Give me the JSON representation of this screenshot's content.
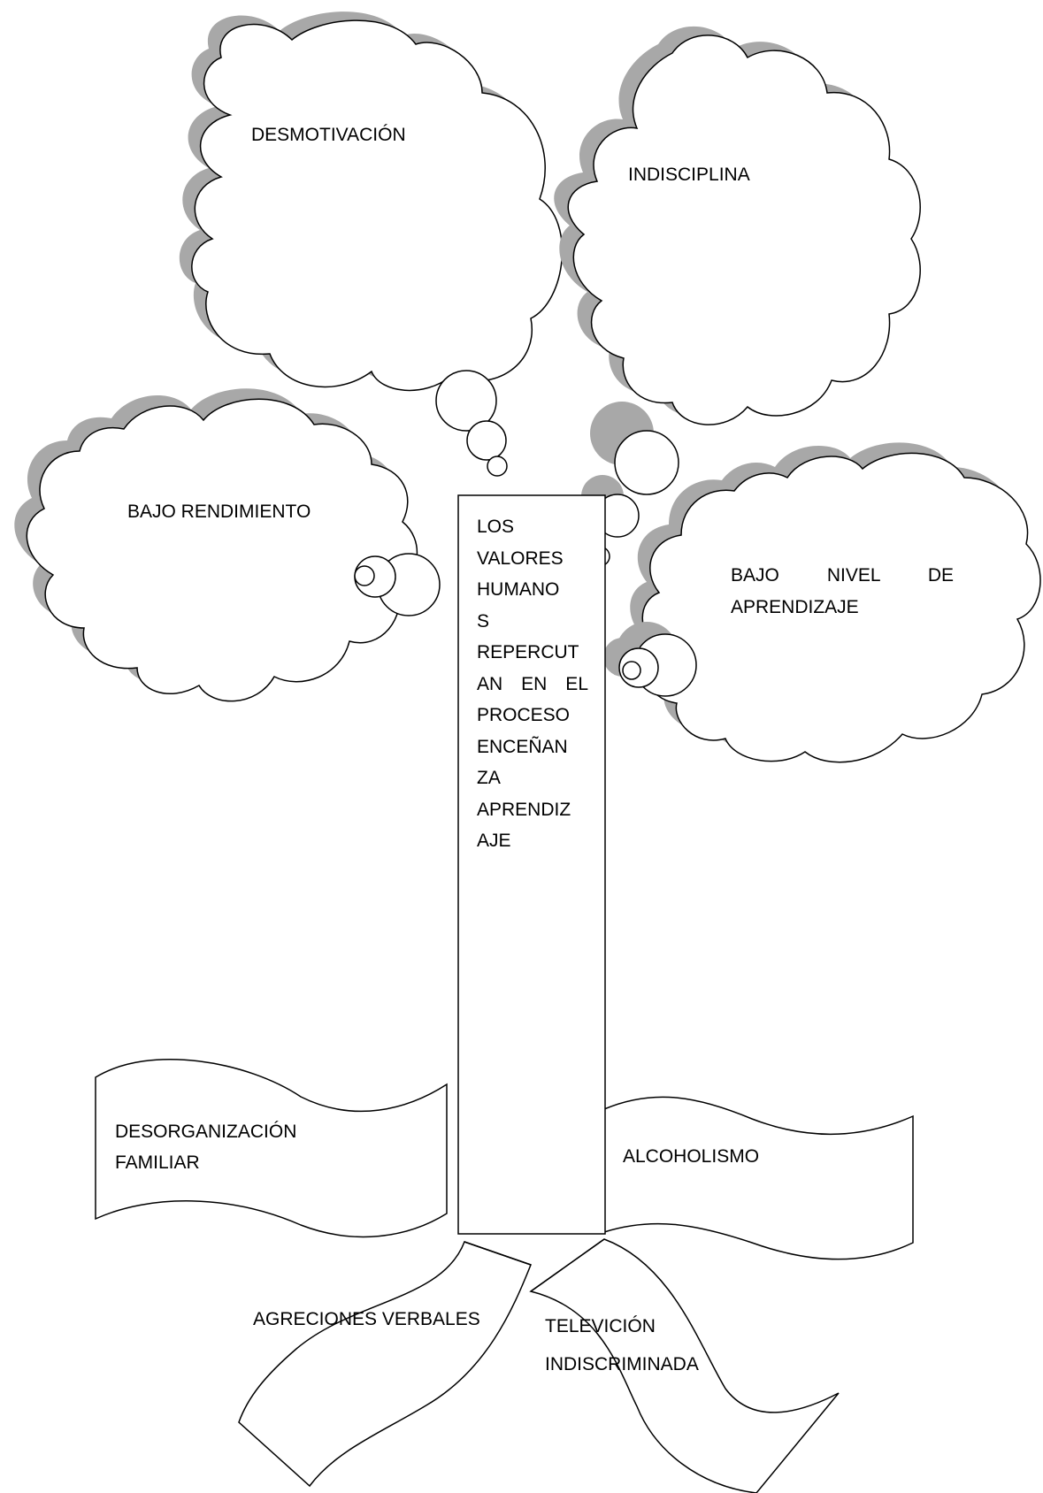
{
  "clouds": {
    "desmotivacion": "DESMOTIVACIÓN",
    "indisciplina": "INDISCIPLINA",
    "bajo_rendimiento": "BAJO RENDIMIENTO",
    "bajo_nivel_line1": "BAJO NIVEL DE",
    "bajo_nivel_line2": "APRENDIZAJE"
  },
  "trunk": {
    "lines": [
      "LOS",
      "VALORES",
      "HUMANO",
      "S",
      "REPERCUT",
      "AN EN EL",
      "PROCESO",
      "ENCEÑAN",
      "ZA",
      "APRENDIZ",
      "AJE"
    ]
  },
  "roots": {
    "desorganizacion_line1": "DESORGANIZACIÓN",
    "desorganizacion_line2": "FAMILIAR",
    "alcoholismo": "ALCOHOLISMO",
    "agreciones": "AGRECIONES VERBALES",
    "television_line1": "TELEVICIÓN",
    "television_line2": "INDISCRIMINADA"
  },
  "colors": {
    "shadow": "#a8a8a8",
    "stroke": "#000000",
    "fill": "#ffffff"
  }
}
